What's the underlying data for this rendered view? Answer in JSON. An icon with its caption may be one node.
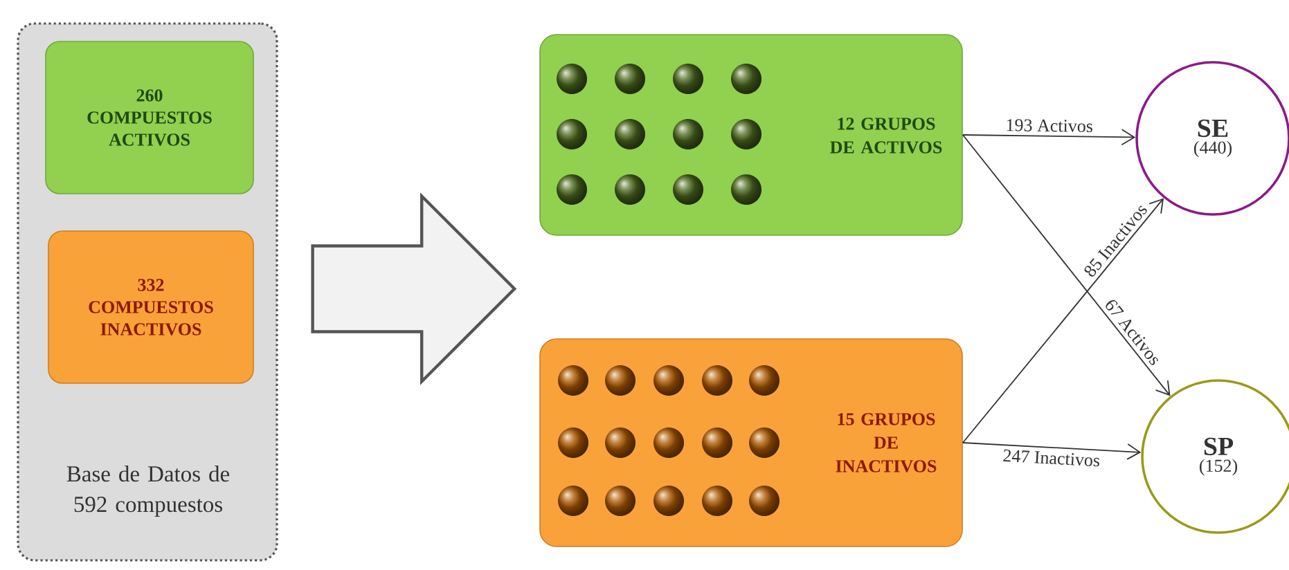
{
  "diagram": {
    "nodes": [
      {
        "text": [
          "Base de Datos de 592 compuestos"
        ]
      },
      {
        "text": [
          "260 COMPUESTOS ACTIVOS"
        ],
        "in": 0
      },
      {
        "text": [
          "332 COMPUESTOS INACTIVOS"
        ],
        "in": 0
      },
      {
        "text": [
          "12 GRUPOS DE ACTIVOS"
        ]
      },
      {
        "text": [
          "15 GRUPOS DE INACTIVOS"
        ]
      },
      {
        "text": [
          "SE",
          "(440)"
        ]
      },
      {
        "text": [
          "SP",
          "(152)"
        ]
      }
    ],
    "edges": [
      {
        "from": 0,
        "to": 3,
        "arrow": "to",
        "style": "thick"
      },
      {
        "from": 0,
        "to": 4,
        "arrow": "to",
        "style": "thick"
      },
      {
        "from": 3,
        "to": 5,
        "arrow": "to",
        "label": "193 Activos"
      },
      {
        "from": 3,
        "to": 6,
        "arrow": "to",
        "label": "67 Activos"
      },
      {
        "from": 4,
        "to": 5,
        "arrow": "to",
        "label": "85 Inactivos"
      },
      {
        "from": 4,
        "to": 6,
        "arrow": "to",
        "label": "247 Inactivos"
      }
    ]
  }
}
